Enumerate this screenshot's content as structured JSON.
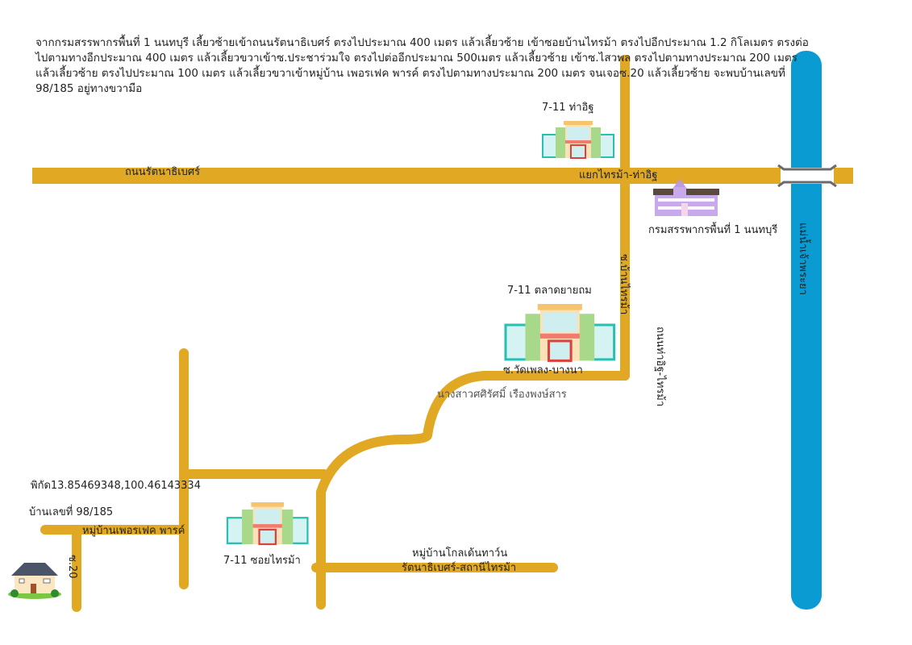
{
  "directions": "จากกรมสรรพากรพื้นที่ 1 นนทบุรี เลี้ยวซ้ายเข้าถนนรัตนาธิเบศร์ ตรงไปประมาณ 400 เมตร แล้วเลี้ยวซ้าย เข้าซอยบ้านไทรม้า ตรงไปอีกประมาณ 1.2 กิโลเมตร ตรงต่อไปตามทางอีกประมาณ 400 เมตร แล้วเลี้ยวขวาเข้าซ.ประชาร่วมใจ ตรงไปต่ออีกประมาณ 500เมตร แล้วเลี้ยวซ้าย เข้าซ.ไสวพล ตรงไปตามทางประมาณ 200 เมตร แล้วเลี้ยวซ้าย ตรงไปประมาณ 100 เมตร แล้วเลี้ยวขวาเข้าหมู่บ้าน เพอรเฟค พารค์ ตรงไปตามทางประมาณ 200 เมตร จนเจอซ.20 แล้วเลี้ยวซ้าย  จะพบบ้านเลขที่ 98/185 อยู่ทางขวามือ",
  "colors": {
    "road": "#E0A823",
    "river": "#0B9BD3",
    "bridge": "#6b6b6b"
  },
  "roads": {
    "main": "ถนนรัตนาธิเบศร์",
    "junction": "แยกไทรม้า-ท่าอิฐ",
    "soi_saima": "ซ.บ้านไทรม้า",
    "thaiit_saima": "ถนนท่าอิฐ-ไทรม้า",
    "wat_phleng": "ซ.วัดเพลง-บางนา",
    "soi20": "ซ.20",
    "village": "หมู่บ้านเพอรเฟค พารค์",
    "golden_town_1": "หมู่บ้านโกลเด้นทาว์น",
    "golden_town_2": "รัตนาธิเบศร์-สถานีไทรม้า"
  },
  "river": "แม่น้ำเจ้าพระยา",
  "landmarks": {
    "seven_thaiit": "7-11 ท่าอิฐ",
    "revenue_office": "กรมสรรพากรพื้นที่ 1 นนทบุรี",
    "seven_market": "7-11 ตลาดยายถม",
    "seven_soi": "7-11 ซอยไทรม้า",
    "owner": "นางสาวศศิรัศมิ์ เรืองพงษ์สาร"
  },
  "destination": {
    "coords": "พิกัด13.85469348,100.46143334",
    "house_no": "บ้านเลขที่ 98/185"
  },
  "icons": {
    "store": "convenience-store-icon",
    "office": "government-office-icon",
    "house": "house-icon",
    "bridge": "bridge-icon"
  }
}
